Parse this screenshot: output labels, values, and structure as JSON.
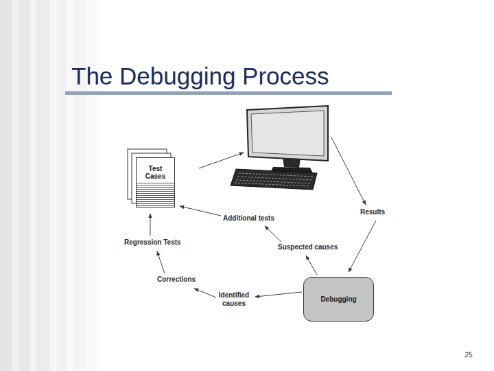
{
  "diagram": {
    "title": "The Debugging Process",
    "nodes": [
      {
        "text": [
          "Test Cases"
        ]
      },
      {
        "text": [
          "Debugging"
        ]
      }
    ],
    "labels": [
      "Results",
      "Additional tests",
      "Regression Tests",
      "Suspected causes",
      "Identified causes",
      "Corrections",
      "25"
    ]
  }
}
